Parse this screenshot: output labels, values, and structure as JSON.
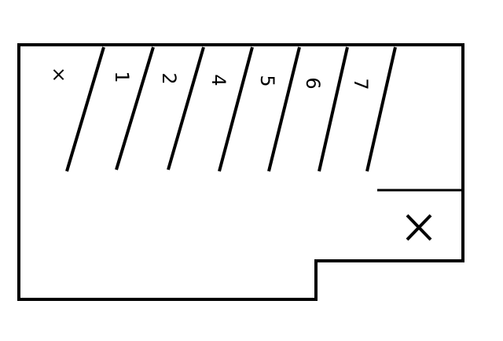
{
  "diagram": {
    "stall_labels": [
      "×",
      "1",
      "2",
      "4",
      "5",
      "6",
      "7"
    ],
    "corner_mark": "×",
    "stroke_color": "#000000",
    "background": "#ffffff"
  }
}
